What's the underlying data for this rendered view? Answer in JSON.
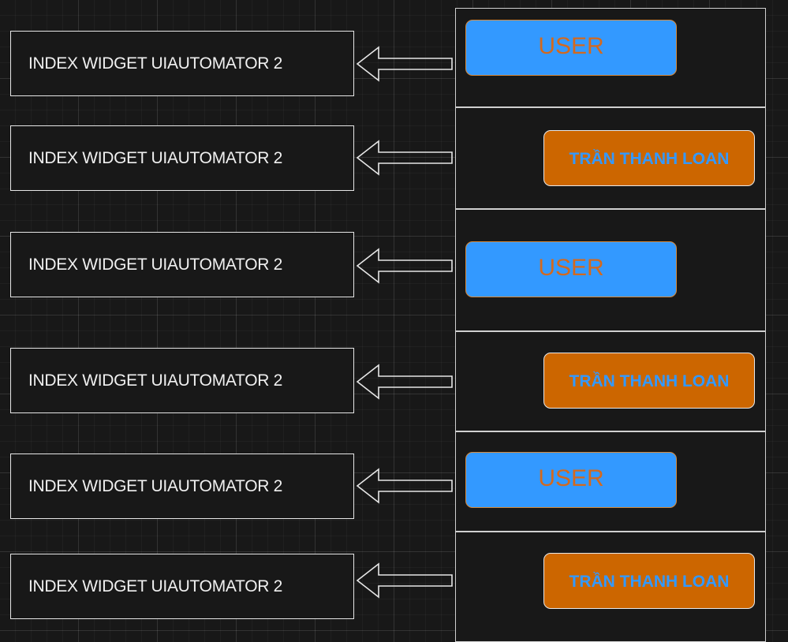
{
  "rows": [
    {
      "index_label": "INDEX WIDGET UIAUTOMATOR 2",
      "button_label": "USER",
      "button_color": "#3399ff",
      "text_color": "#d3691e"
    },
    {
      "index_label": "INDEX WIDGET UIAUTOMATOR 2",
      "button_label": "TRẦN THANH LOAN",
      "button_color": "#cc6600",
      "text_color": "#3399ff"
    },
    {
      "index_label": "INDEX WIDGET UIAUTOMATOR 2",
      "button_label": "USER",
      "button_color": "#3399ff",
      "text_color": "#d3691e"
    },
    {
      "index_label": "INDEX WIDGET UIAUTOMATOR 2",
      "button_label": "TRẦN THANH LOAN",
      "button_color": "#cc6600",
      "text_color": "#3399ff"
    },
    {
      "index_label": "INDEX WIDGET UIAUTOMATOR 2",
      "button_label": "USER",
      "button_color": "#3399ff",
      "text_color": "#d3691e"
    },
    {
      "index_label": "INDEX WIDGET UIAUTOMATOR 2",
      "button_label": "TRẦN THANH LOAN",
      "button_color": "#cc6600",
      "text_color": "#3399ff"
    }
  ],
  "colors": {
    "background": "#181818",
    "box_border": "#e6e6e6",
    "panel_border": "#d0d0d0",
    "arrow_stroke": "#e6e6e6"
  }
}
